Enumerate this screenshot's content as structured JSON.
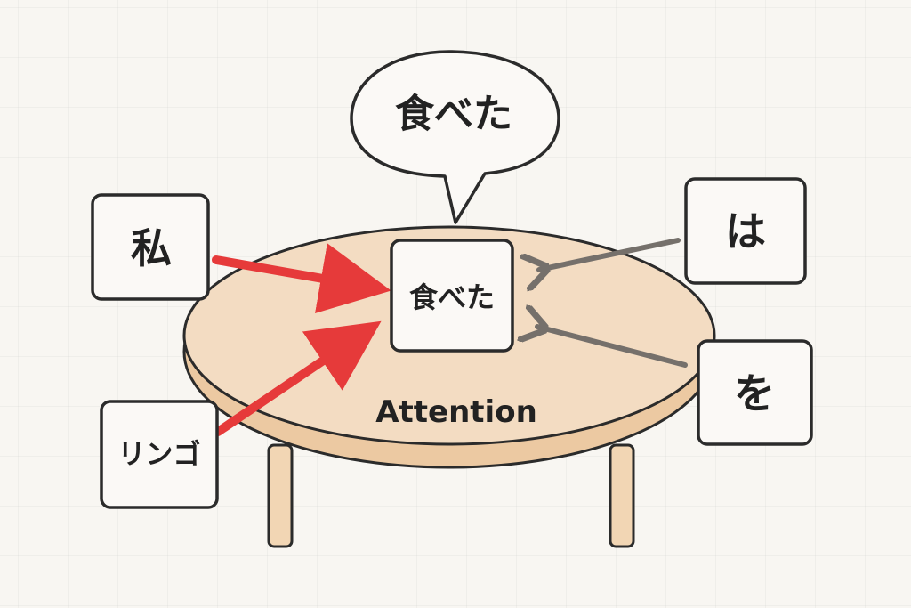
{
  "speech_bubble": {
    "text": "食べた"
  },
  "center_word": {
    "text": "食べた"
  },
  "table_label": "Attention",
  "words": {
    "watashi": "私",
    "ringo": "リンゴ",
    "ha": "は",
    "wo": "を"
  },
  "colors": {
    "strong_attention": "#e63a3a",
    "weak_attention": "#75706b",
    "table_top": "#f3dcc2",
    "table_legs": "#f2d6b4",
    "ink": "#222222"
  }
}
